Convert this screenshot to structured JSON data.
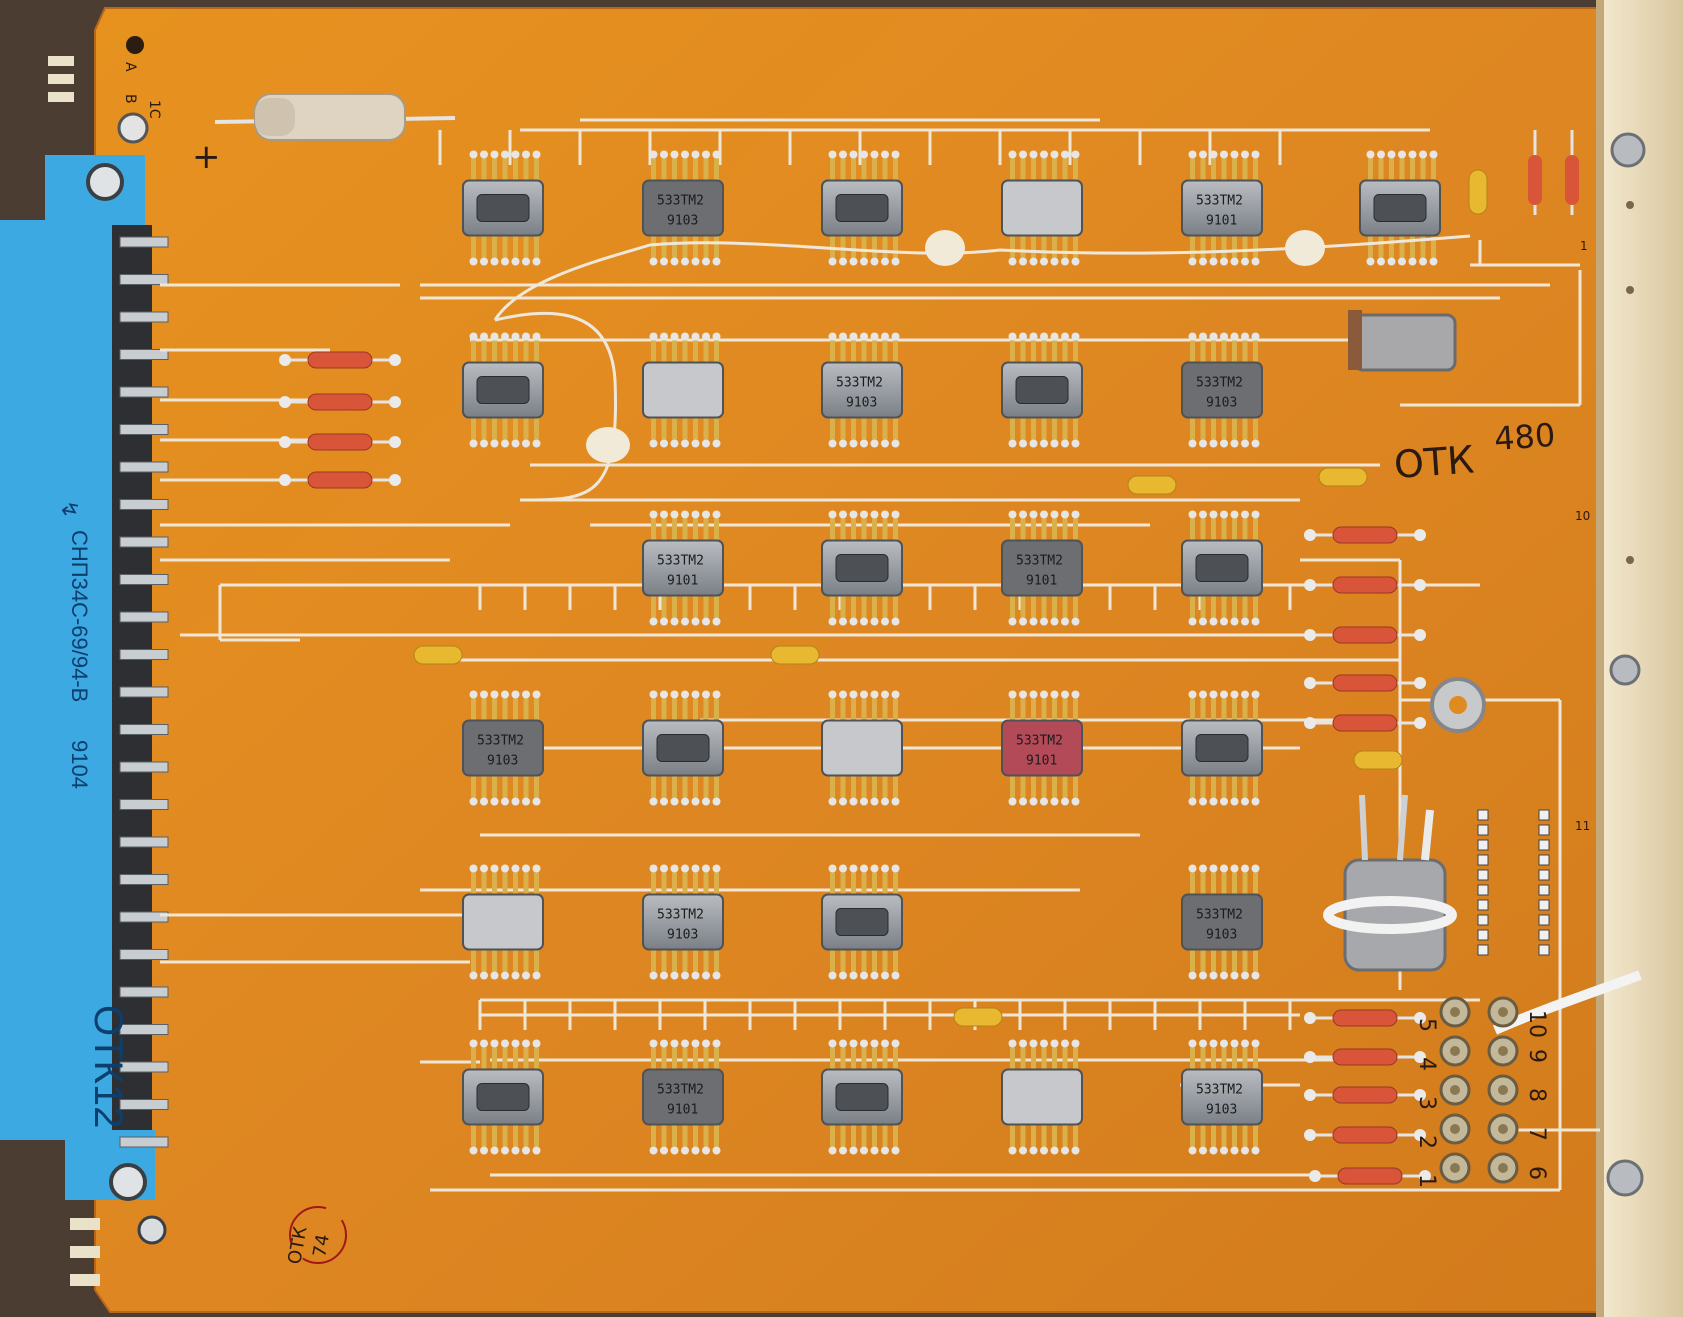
{
  "colors": {
    "board": "#e08a22",
    "board_dark": "#c9731a",
    "trace": "#f0e6d8",
    "connector": "#3aa8e0",
    "edge_strip": "#ecdcb8",
    "chip_metal": "#9aa0a6",
    "chip_red": "#b34a58",
    "resistor": "#d8553a",
    "capacitor": "#e8b830"
  },
  "markings": {
    "otk_mark": "ОТК",
    "otk_number": "480",
    "otk_stamp_bottom": "ОТК",
    "stamp_number": "74",
    "connector_label": "ОТК12",
    "connector_part": "СНП34С-69/94-В",
    "connector_date": "9104",
    "pin_labels_left": [
      "1С",
      "В",
      "А"
    ],
    "polarity_mark": "+",
    "edge_numbers": [
      "1",
      "10",
      "11"
    ],
    "row_numbers_right": [
      "5",
      "4",
      "3",
      "2",
      "1"
    ],
    "row_numbers_far_right": [
      "10",
      "9",
      "8",
      "7",
      "6"
    ]
  },
  "chip_labels": {
    "type": "533ТМ2",
    "date_codes": [
      "9101",
      "9103"
    ]
  },
  "icons": [
    "circuit-board-image"
  ]
}
